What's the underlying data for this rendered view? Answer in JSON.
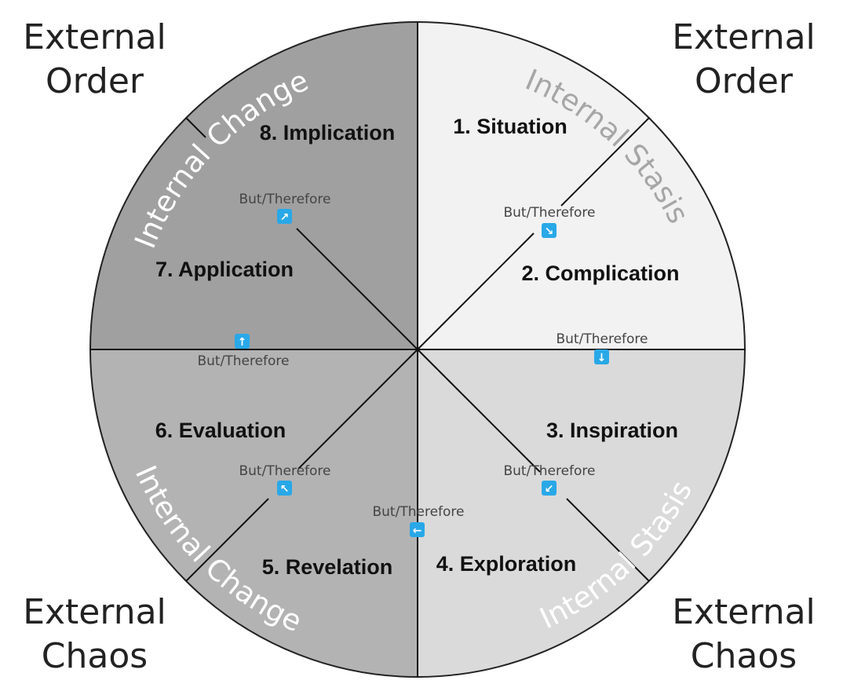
{
  "corners": {
    "top_left": [
      "External",
      "Order"
    ],
    "top_right": [
      "External",
      "Order"
    ],
    "bottom_left": [
      "External",
      "Chaos"
    ],
    "bottom_right": [
      "External",
      "Chaos"
    ]
  },
  "ring_labels": {
    "top_right": "Internal Stasis",
    "top_left": "Internal Change",
    "bottom_left": "Internal Change",
    "bottom_right": "Internal Stasis"
  },
  "stages": [
    "1. Situation",
    "2. Complication",
    "3. Inspiration",
    "4. Exploration",
    "5. Revelation",
    "6. Evaluation",
    "7. Application",
    "8. Implication"
  ],
  "transition_label": "But/Therefore",
  "transitions": [
    {
      "label": "But/Therefore",
      "icon": "arrow-down-right-icon",
      "glyph": "↘"
    },
    {
      "label": "But/Therefore",
      "icon": "arrow-down-icon",
      "glyph": "↓"
    },
    {
      "label": "But/Therefore",
      "icon": "arrow-down-left-icon",
      "glyph": "↙"
    },
    {
      "label": "But/Therefore",
      "icon": "arrow-left-icon",
      "glyph": "←"
    },
    {
      "label": "But/Therefore",
      "icon": "arrow-up-left-icon",
      "glyph": "↖"
    },
    {
      "label": "But/Therefore",
      "icon": "arrow-up-icon",
      "glyph": "↑"
    },
    {
      "label": "But/Therefore",
      "icon": "arrow-up-right-icon",
      "glyph": "↗"
    }
  ],
  "colors": {
    "top_right": "#f2f2f2",
    "bottom_right": "#dadada",
    "bottom_left": "#b3b3b3",
    "top_left": "#a0a0a0",
    "icon": "#29a8e8"
  }
}
